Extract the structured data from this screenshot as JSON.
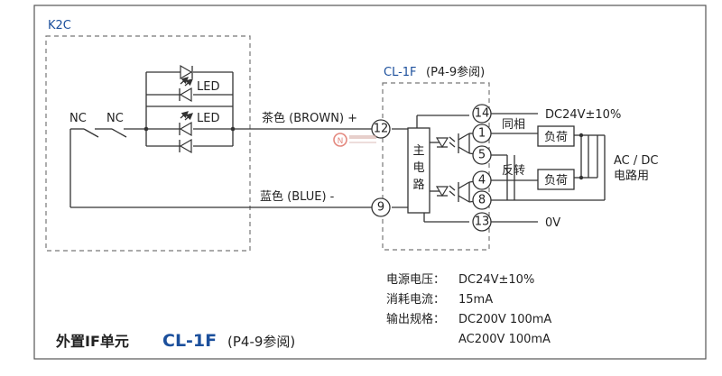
{
  "k2c": {
    "label": "K2C",
    "nc1": "NC",
    "nc2": "NC",
    "led1": "LED",
    "led2": "LED"
  },
  "cl1f": {
    "label": "CL-1F",
    "ref": "(P4-9参阅)",
    "main_circuit": [
      "主",
      "电",
      "路"
    ]
  },
  "wires": {
    "brown": "茶色 (BROWN) +",
    "blue": "蓝色 (BLUE) -",
    "dc": "DC24V±10%",
    "zero_v": "0V",
    "same_phase": "同相",
    "reverse_phase": "反转",
    "load1": "负荷",
    "load2": "负荷",
    "ac_dc_line1": "AC / DC",
    "ac_dc_line2": "电路用"
  },
  "terminals": {
    "t12": "12",
    "t9": "9",
    "t14": "14",
    "t1": "1",
    "t5": "5",
    "t4": "4",
    "t8": "8",
    "t13": "13"
  },
  "specs": {
    "power_label": "电源电压：",
    "power_value": "DC24V±10%",
    "consumption_label": "消耗电流：",
    "consumption_value": "15mA",
    "output_label": "输出规格：",
    "output_value1": "DC200V 100mA",
    "output_value2": "AC200V 100mA"
  },
  "footer": {
    "prefix": "外置IF单元",
    "model": "CL-1F",
    "ref": "(P4-9参阅)"
  },
  "colors": {
    "accent_blue": "#1b4f9c",
    "watermark_red": "#d23a2a"
  }
}
